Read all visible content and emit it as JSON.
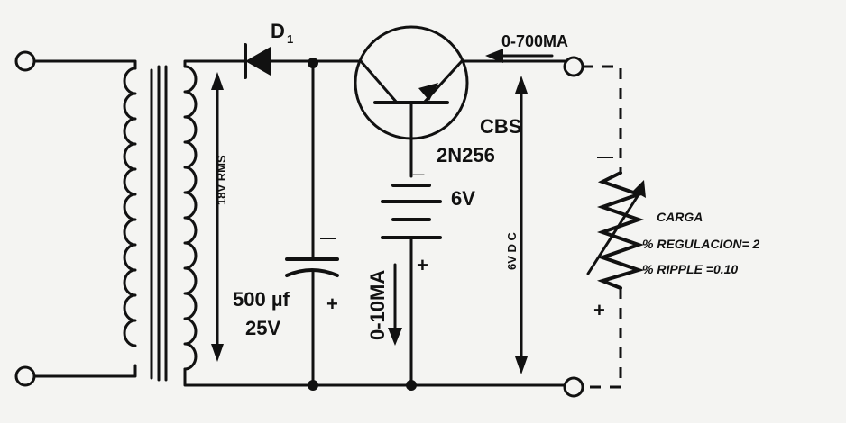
{
  "labels": {
    "diode": "D",
    "diode_sub": "1",
    "current_out": "0-700MA",
    "transistor_name": "CBS",
    "transistor_part": "2N256",
    "battery": "6V",
    "battery_minus": "_",
    "battery_plus": "+",
    "current_base": "0-10MA",
    "cap_value": "500 µf",
    "cap_voltage": "25V",
    "cap_minus": "—",
    "cap_plus": "+",
    "secondary_voltage": "18V RMS",
    "output_voltage": "6V D C",
    "load_minus": "—",
    "load_plus": "+",
    "load_name": "CARGA",
    "load_regulation": "% REGULACION= 2",
    "load_ripple": "% RIPPLE =0.10"
  }
}
